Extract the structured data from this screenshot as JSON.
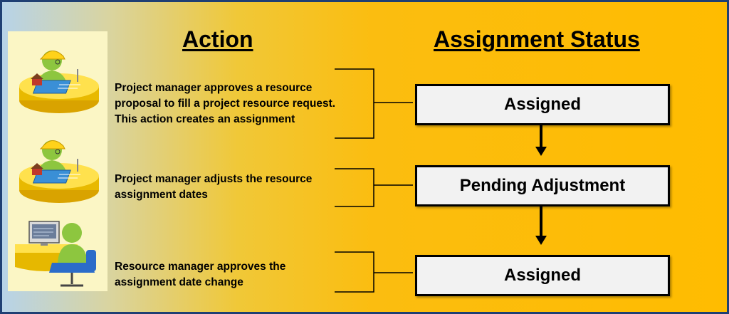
{
  "headings": {
    "action": "Action",
    "status": "Assignment Status"
  },
  "actions": [
    {
      "text": "Project manager approves a resource\nproposal to fill a project resource request.\nThis action creates an assignment",
      "icon": "project-manager-icon"
    },
    {
      "text": "Project manager adjusts the resource\nassignment dates",
      "icon": "project-manager-icon"
    },
    {
      "text": "Resource manager approves the\nassignment date change",
      "icon": "resource-manager-icon"
    }
  ],
  "statuses": [
    "Assigned",
    "Pending Adjustment",
    "Assigned"
  ],
  "colors": {
    "background_gold": "#ffbc00",
    "border_navy": "#1f3f73",
    "box_fill": "#f2f2f2",
    "figure_green": "#8dc63f"
  }
}
